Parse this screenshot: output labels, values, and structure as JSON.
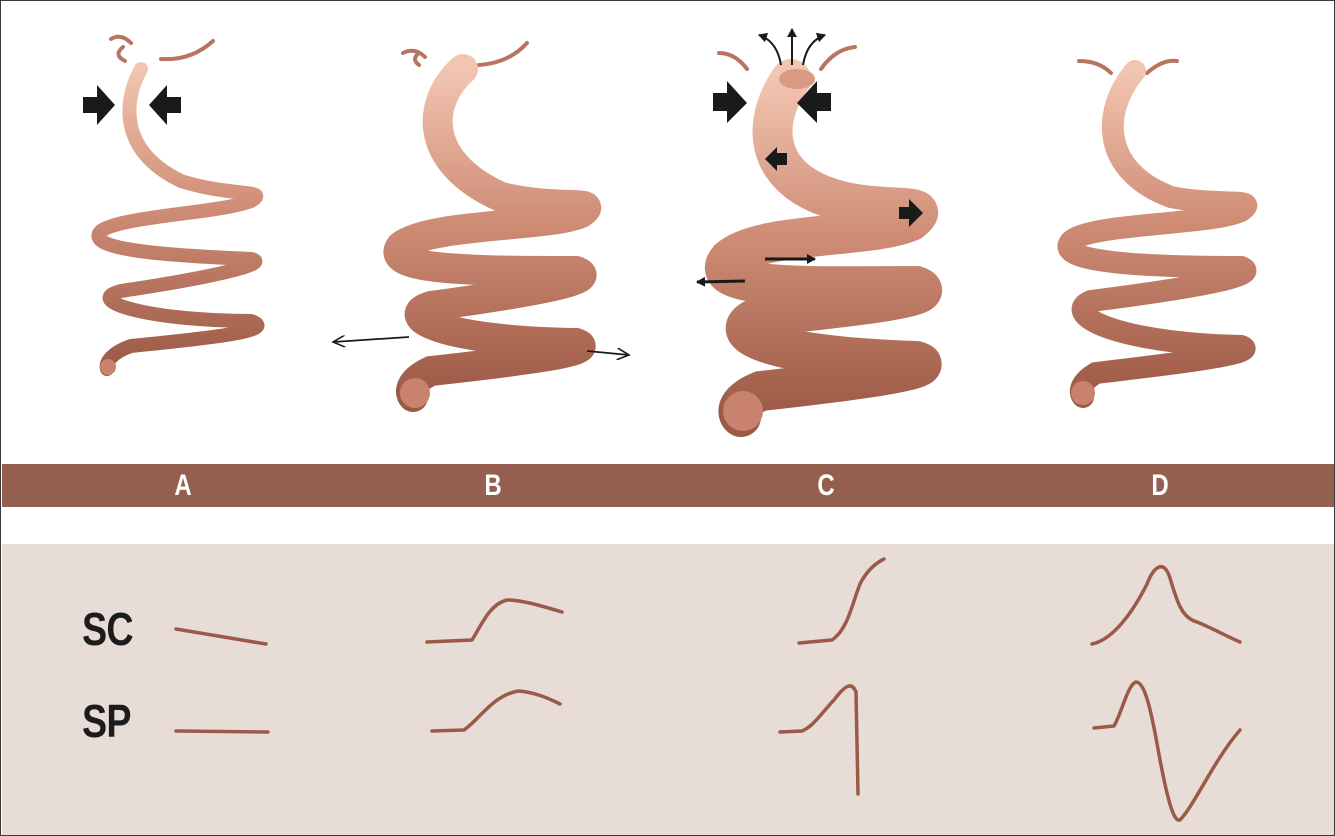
{
  "panels": [
    "A",
    "B",
    "C",
    "D"
  ],
  "rows": [
    "SC",
    "SP"
  ],
  "colors": {
    "coil": "#c6826d",
    "coil_light": "#f0bfaa",
    "band": "#945f4f",
    "panel_bg": "#e7dcd6",
    "trace": "#9a5a47",
    "arrow": "#1a1a1a"
  },
  "icons": [
    "push-arrow-icon",
    "stretch-arrow-icon",
    "outflow-arrow-icon"
  ]
}
